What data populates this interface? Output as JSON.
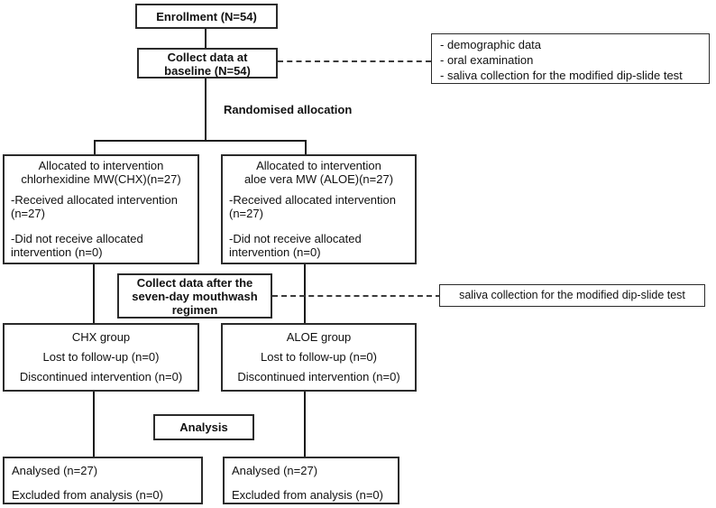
{
  "colors": {
    "border": "#2b2b2b",
    "line": "#1a1a1a",
    "text": "#111111",
    "background": "#ffffff"
  },
  "flow": {
    "enrollment": {
      "text": "Enrollment (N=54)"
    },
    "baseline": {
      "line1": "Collect data at",
      "line2": "baseline (N=54)"
    },
    "baseline_notes": {
      "items": [
        "- demographic data",
        "- oral examination",
        "- saliva collection for the modified dip-slide test"
      ]
    },
    "randomised_label": "Randomised allocation",
    "alloc_chx": {
      "title1": "Allocated to intervention",
      "title2": "chlorhexidine MW(CHX)(n=27)",
      "item1_line1": "-Received allocated intervention",
      "item1_line2": "(n=27)",
      "item2_line1": "-Did not receive allocated",
      "item2_line2": "intervention (n=0)"
    },
    "alloc_aloe": {
      "title1": "Allocated to intervention",
      "title2": "aloe vera MW (ALOE)(n=27)",
      "item1_line1": "-Received allocated intervention",
      "item1_line2": "(n=27)",
      "item2_line1": "-Did not receive allocated",
      "item2_line2": "intervention (n=0)"
    },
    "collect_after": {
      "line1": "Collect data after the",
      "line2": "seven-day mouthwash",
      "line3": "regimen"
    },
    "regimen_note": "saliva collection for the modified dip-slide test",
    "group_chx": {
      "title": "CHX group",
      "item1": "Lost to follow-up (n=0)",
      "item2": "Discontinued intervention (n=0)"
    },
    "group_aloe": {
      "title": "ALOE group",
      "item1": "Lost to follow-up (n=0)",
      "item2": "Discontinued intervention (n=0)"
    },
    "analysis_label": "Analysis",
    "analysed_chx": {
      "item1": "Analysed (n=27)",
      "item2": "Excluded from analysis (n=0)"
    },
    "analysed_aloe": {
      "item1": "Analysed (n=27)",
      "item2": "Excluded from analysis (n=0)"
    }
  }
}
